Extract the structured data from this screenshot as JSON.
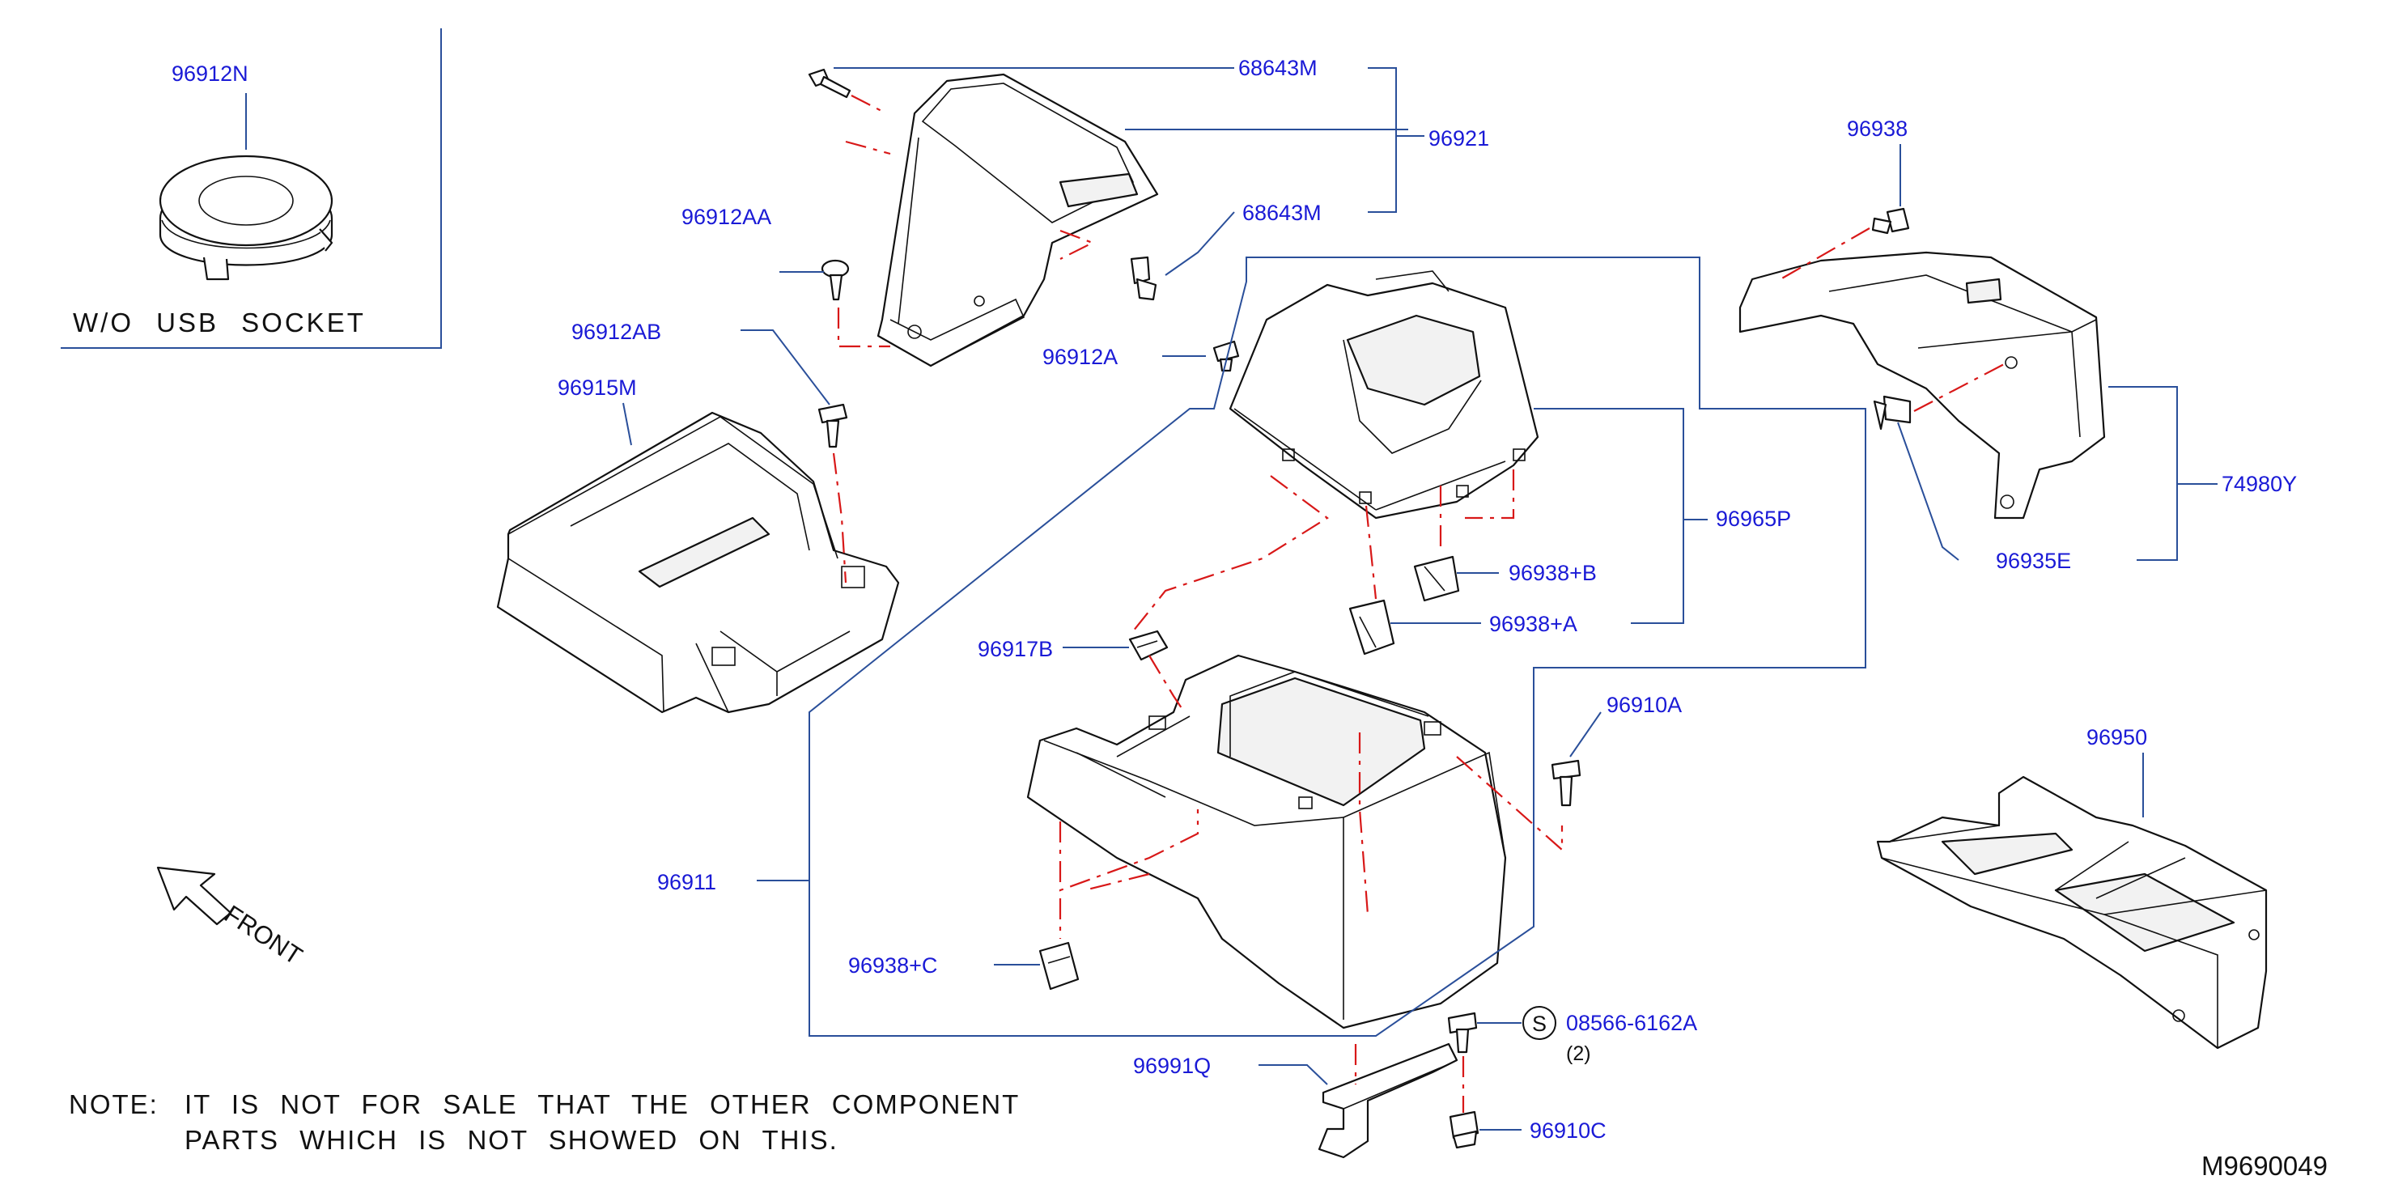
{
  "diagram": {
    "diagram_code": "M9690049",
    "note_prefix": "NOTE:",
    "note_line1": "IT IS NOT FOR SALE THAT THE OTHER COMPONENT",
    "note_line2": "PARTS WHICH IS NOT SHOWED ON THIS.",
    "front_label": "FRONT",
    "inset_label": "W/O USB SOCKET",
    "screw_symbol": "S",
    "qty_label": "(2)",
    "part_numbers": [
      {
        "id": "p96912N",
        "text": "96912N"
      },
      {
        "id": "p68643M_a",
        "text": "68643M"
      },
      {
        "id": "p96921",
        "text": "96921"
      },
      {
        "id": "p96912AA",
        "text": "96912AA"
      },
      {
        "id": "p68643M_b",
        "text": "68643M"
      },
      {
        "id": "p96938",
        "text": "96938"
      },
      {
        "id": "p96912AB",
        "text": "96912AB"
      },
      {
        "id": "p96915M",
        "text": "96915M"
      },
      {
        "id": "p96912A",
        "text": "96912A"
      },
      {
        "id": "p74980Y",
        "text": "74980Y"
      },
      {
        "id": "p96965P",
        "text": "96965P"
      },
      {
        "id": "p96935E",
        "text": "96935E"
      },
      {
        "id": "p96938B",
        "text": "96938+B"
      },
      {
        "id": "p96938A",
        "text": "96938+A"
      },
      {
        "id": "p96917B",
        "text": "96917B"
      },
      {
        "id": "p96910A",
        "text": "96910A"
      },
      {
        "id": "p96950",
        "text": "96950"
      },
      {
        "id": "p96911",
        "text": "96911"
      },
      {
        "id": "p96938C",
        "text": "96938+C"
      },
      {
        "id": "p08566",
        "text": "08566-6162A"
      },
      {
        "id": "p96991Q",
        "text": "96991Q"
      },
      {
        "id": "p96910C",
        "text": "96910C"
      }
    ]
  }
}
